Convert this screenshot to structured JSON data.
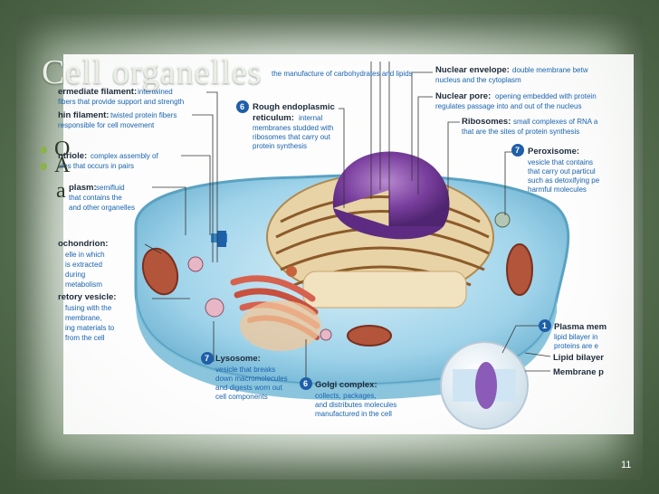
{
  "slide": {
    "title": "Cell organelles",
    "bullets": [
      "O",
      "A",
      "a"
    ],
    "page_number": "11"
  },
  "labels": {
    "smooth_er_desc": "the manufacture of carbohydrates and lipids",
    "intermediate_filament": {
      "title": "ermediate filament:",
      "desc1": "intertwined",
      "desc2": "fibers that provide support and strength"
    },
    "thin_filament": {
      "title": "hin filament:",
      "desc1": "twisted protein fibers",
      "desc2": "responsible for cell movement"
    },
    "centriole": {
      "title": "ntriole:",
      "desc1": "complex assembly of",
      "desc2": "ules that occurs in pairs"
    },
    "cytoplasm": {
      "title": "plasm:",
      "desc1": "semifluid",
      "desc2": "that contains the",
      "desc3": "and other organelles"
    },
    "mitochondrion": {
      "title": "ochondrion:",
      "desc1": "elle in which",
      "desc2": "is extracted",
      "desc3": "during",
      "desc4": "metabolism"
    },
    "secretory_vesicle": {
      "title": "retory vesicle:",
      "desc1": "fusing with the",
      "desc2": "membrane,",
      "desc3": "ing materials to",
      "desc4": "from the cell"
    },
    "rough_er": {
      "num": "6",
      "title1": "Rough endoplasmic",
      "title2": "reticulum:",
      "desc1": "internal",
      "desc2": "membranes studded with",
      "desc3": "ribosomes that carry out",
      "desc4": "protein synthesis"
    },
    "nuclear_envelope": {
      "title": "Nuclear envelope:",
      "desc1": "double membrane betw",
      "desc2": "nucleus and the cytoplasm"
    },
    "nuclear_pore": {
      "title": "Nuclear pore:",
      "desc1": "opening embedded with protein",
      "desc2": "regulates passage into and out of the nucleus"
    },
    "ribosomes": {
      "title": "Ribosomes:",
      "desc1": "small complexes of RNA a",
      "desc2": "that are the sites of protein synthesis"
    },
    "peroxisome": {
      "num": "7",
      "title": "Peroxisome:",
      "desc1": "vesicle that contains",
      "desc2": "that carry out particul",
      "desc3": "such as detoxifying pe",
      "desc4": "harmful molecules"
    },
    "plasma_membrane": {
      "num": "1",
      "title": "Plasma mem",
      "desc1": "lipid bilayer in",
      "desc2": "proteins are e"
    },
    "lipid_bilayer": "Lipid bilayer",
    "membrane_protein": "Membrane p",
    "lysosome": {
      "num": "7",
      "title": "Lysosome:",
      "desc1": "vesicle that breaks",
      "desc2": "down macromolecules",
      "desc3": "and digests worn out",
      "desc4": "cell components"
    },
    "golgi": {
      "num": "6",
      "title": "Golgi complex:",
      "desc1": "collects, packages,",
      "desc2": "and distributes molecules",
      "desc3": "manufactured in the cell"
    }
  },
  "colors": {
    "cytoplasm": "#9fd3ea",
    "nucleus": "#7a3f9e",
    "er": "#e8d3a6",
    "mitochondria": "#b2553b",
    "golgi": "#d6614f",
    "accent": "#1f5fa8",
    "bullet": "#8bb24f"
  }
}
